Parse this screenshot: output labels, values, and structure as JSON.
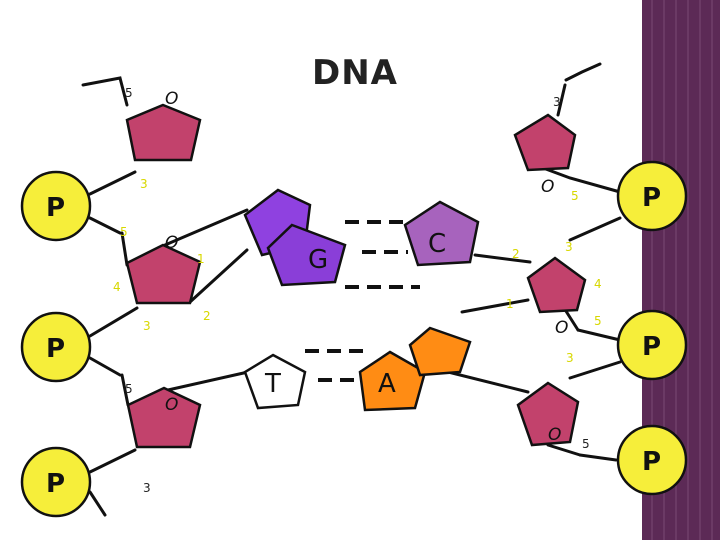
{
  "title": "DNA",
  "phosphate_label": "P",
  "oxygen_label": "O",
  "carbon_numbers": {
    "c1": "1",
    "c2": "2",
    "c3": "3",
    "c4": "4",
    "c5": "5"
  },
  "bases": {
    "g": "G",
    "c": "C",
    "t": "T",
    "a": "A"
  },
  "colors": {
    "sugar": "#c2426c",
    "phosphate": "#f6ee3a",
    "guanine": "#8a3ed8",
    "guanine_light": "#8f41e0",
    "cytosine": "#a763bd",
    "adenine": "#ff8c14",
    "thymine": "#ffffff",
    "side_band": "#5c2a56",
    "outline": "#111111"
  }
}
